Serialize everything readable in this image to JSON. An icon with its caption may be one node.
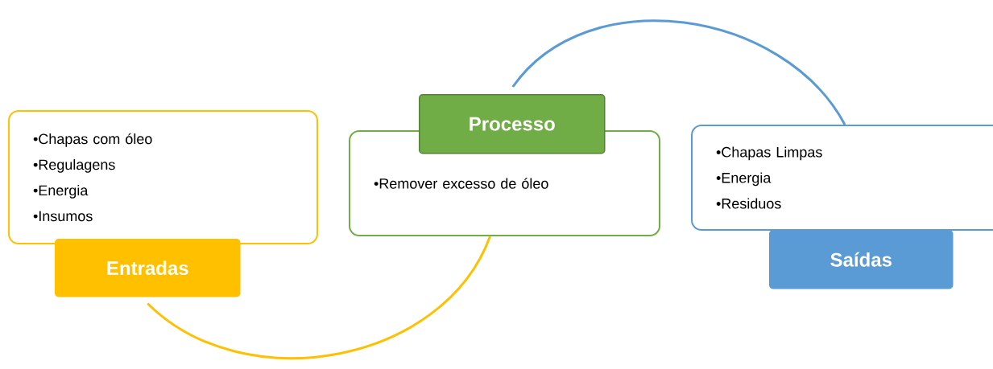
{
  "diagram": {
    "nodes": [
      {
        "text": [
          "•Chapas com óleo",
          "•Regulagens",
          "•Energia",
          "•Insumos"
        ]
      },
      {
        "text": [
          "Entradas"
        ]
      },
      {
        "text": [
          "Processo"
        ]
      },
      {
        "text": [
          "•Remover excesso de óleo"
        ]
      },
      {
        "text": [
          "•Chapas Limpas",
          "•Energia",
          "•Residuos"
        ]
      },
      {
        "text": [
          "Saídas"
        ]
      }
    ],
    "edges": [
      {
        "from": 1,
        "to": 3,
        "arrow": "none",
        "color": "#ffc000"
      },
      {
        "from": 2,
        "to": 4,
        "arrow": "none",
        "color": "#5b9bd5"
      }
    ]
  }
}
